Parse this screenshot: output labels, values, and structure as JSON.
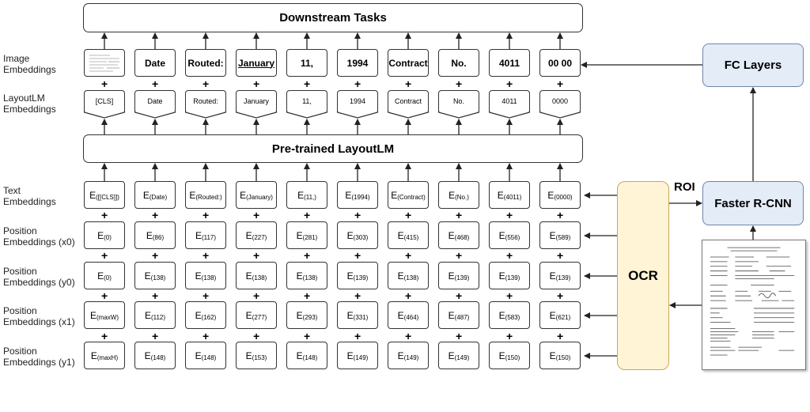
{
  "top_bar": "Downstream Tasks",
  "middle_bar": "Pre-trained LayoutLM",
  "row_labels": {
    "image": [
      "Image",
      "Embeddings"
    ],
    "layoutlm": [
      "LayoutLM",
      "Embeddings"
    ],
    "text": [
      "Text",
      "Embeddings"
    ],
    "x0": [
      "Position",
      "Embeddings (x0)"
    ],
    "y0": [
      "Position",
      "Embeddings (y0)"
    ],
    "x1": [
      "Position",
      "Embeddings (x1)"
    ],
    "y1": [
      "Position",
      "Embeddings (y1)"
    ]
  },
  "image_tokens": [
    "",
    "Date",
    "Routed:",
    "January",
    "11,",
    "1994",
    "Contract",
    "No.",
    "4011",
    "00 00"
  ],
  "layoutlm_tokens": [
    "[CLS]",
    "Date",
    "Routed:",
    "January",
    "11,",
    "1994",
    "Contract",
    "No.",
    "4011",
    "0000"
  ],
  "text_tokens": [
    "[CLS]",
    "Date",
    "Routed:",
    "January",
    "11,",
    "1994",
    "Contract",
    "No.",
    "4011",
    "0000"
  ],
  "x0_values": [
    "0",
    "86",
    "117",
    "227",
    "281",
    "303",
    "415",
    "468",
    "556",
    "589"
  ],
  "y0_values": [
    "0",
    "138",
    "138",
    "138",
    "138",
    "139",
    "138",
    "139",
    "139",
    "139"
  ],
  "x1_values": [
    "maxW",
    "112",
    "162",
    "277",
    "293",
    "331",
    "464",
    "487",
    "583",
    "621"
  ],
  "y1_values": [
    "maxH",
    "148",
    "148",
    "153",
    "148",
    "149",
    "149",
    "149",
    "150",
    "150"
  ],
  "embedding_prefix": "E",
  "plus_sign": "+",
  "ocr_label": "OCR",
  "roi_label": "ROI",
  "faster_rcnn_label": "Faster R-CNN",
  "fc_layers_label": "FC Layers",
  "colors": {
    "ocr_fill": "#fff4d6",
    "ocr_border": "#c9a857",
    "blue_fill": "#e3ecf7",
    "blue_border": "#6e86a8"
  }
}
